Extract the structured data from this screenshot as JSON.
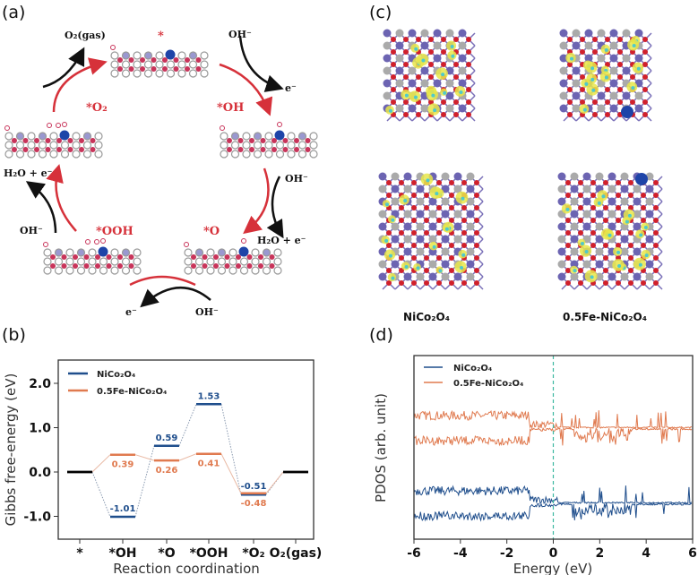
{
  "panels": {
    "a": "(a)",
    "b": "(b)",
    "c": "(c)",
    "d": "(d)"
  },
  "cycle": {
    "states": [
      "*",
      "*OH",
      "*O",
      "*OOH",
      "*O₂"
    ],
    "o2_gas": "O₂(gas)",
    "oh_1": "OH⁻",
    "e_1": "e⁻",
    "oh_2": "OH⁻",
    "h2o_e_2": "H₂O + e⁻",
    "oh_3": "OH⁻",
    "e_3": "e⁻",
    "oh_4": "OH⁻",
    "h2o_e_4": "H₂O + e⁻"
  },
  "structures": {
    "left_caption": "NiCo₂O₄",
    "right_caption": "0.5Fe-NiCo₂O₄"
  },
  "colors": {
    "ni": "#1f4e8c",
    "fe": "#e07a4f",
    "ref": "#000000",
    "fermi": "#3cb8a0"
  },
  "chart_data": [
    {
      "type": "line",
      "title": "",
      "xlabel": "Reaction coordination",
      "ylabel": "Gibbs free-energy (eV)",
      "categories": [
        "*",
        "*OH",
        "*O",
        "*OOH",
        "*O₂",
        "O₂(gas)"
      ],
      "ylim": [
        -1.5,
        2.5
      ],
      "yticks": [
        "2.0",
        "1.0",
        "0.0",
        "-1.0"
      ],
      "ytick_values": [
        2,
        1,
        0,
        -1
      ],
      "legend_position": "top-left",
      "series": [
        {
          "name": "NiCo₂O₄",
          "values": [
            0,
            -1.01,
            0.59,
            1.53,
            -0.51,
            0
          ],
          "labels": [
            "",
            "-1.01",
            "0.59",
            "1.53",
            "-0.51",
            ""
          ]
        },
        {
          "name": "0.5Fe-NiCo₂O₄",
          "values": [
            0,
            0.39,
            0.26,
            0.41,
            -0.48,
            0
          ],
          "labels": [
            "",
            "0.39",
            "0.26",
            "0.41",
            "-0.48",
            ""
          ]
        }
      ]
    },
    {
      "type": "line",
      "title": "",
      "xlabel": "Energy (eV)",
      "ylabel": "PDOS (arb. unit)",
      "xlim": [
        -6,
        6
      ],
      "xticks": [
        "-6",
        "-4",
        "-2",
        "0",
        "2",
        "4",
        "6"
      ],
      "xtick_values": [
        -6,
        -4,
        -2,
        0,
        2,
        4,
        6
      ],
      "fermi_level": 0,
      "legend_position": "top-left",
      "series": [
        {
          "name": "NiCo₂O₄"
        },
        {
          "name": "0.5Fe-NiCo₂O₄"
        }
      ]
    }
  ]
}
